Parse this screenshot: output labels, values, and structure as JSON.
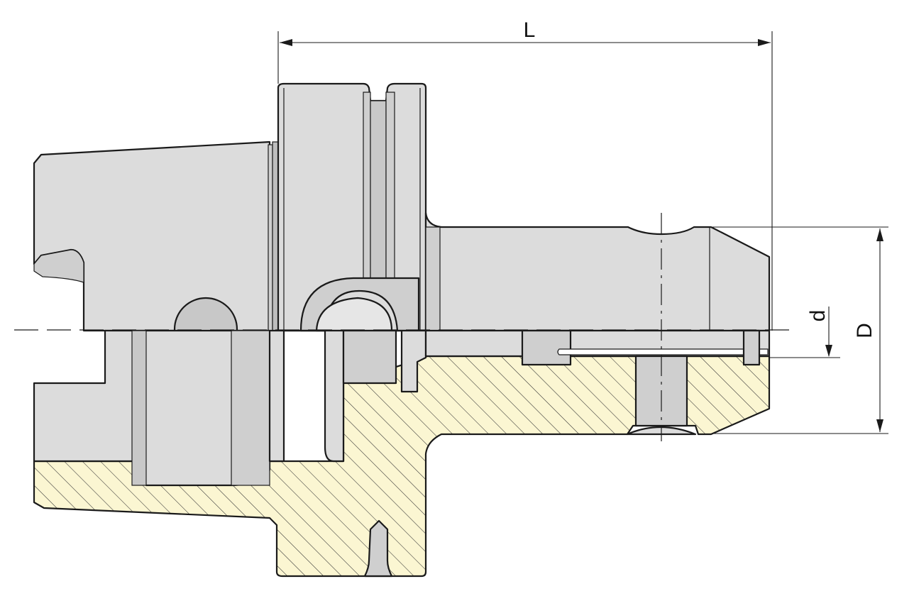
{
  "dimensions": {
    "length_label": "L",
    "diameter_label": "D",
    "bore_label": "d"
  },
  "colors": {
    "body_fill": "#dcdcdc",
    "section_fill": "#fbf6d2",
    "hatch_line": "#333333",
    "outline": "#1a1a1a"
  }
}
